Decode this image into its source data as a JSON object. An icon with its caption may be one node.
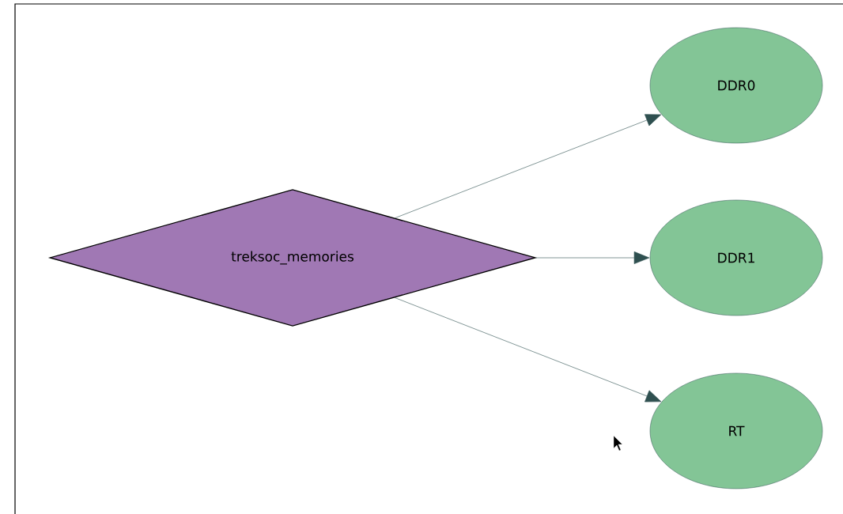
{
  "diagram": {
    "nodes": [
      {
        "text": [
          "treksoc_memories"
        ]
      },
      {
        "text": [
          "DDR0"
        ]
      },
      {
        "text": [
          "DDR1"
        ]
      },
      {
        "text": [
          "RT"
        ]
      }
    ],
    "edges": [
      {
        "from": 0,
        "to": 1,
        "arrow": "to"
      },
      {
        "from": 0,
        "to": 2,
        "arrow": "to"
      },
      {
        "from": 0,
        "to": 3,
        "arrow": "to"
      }
    ]
  }
}
